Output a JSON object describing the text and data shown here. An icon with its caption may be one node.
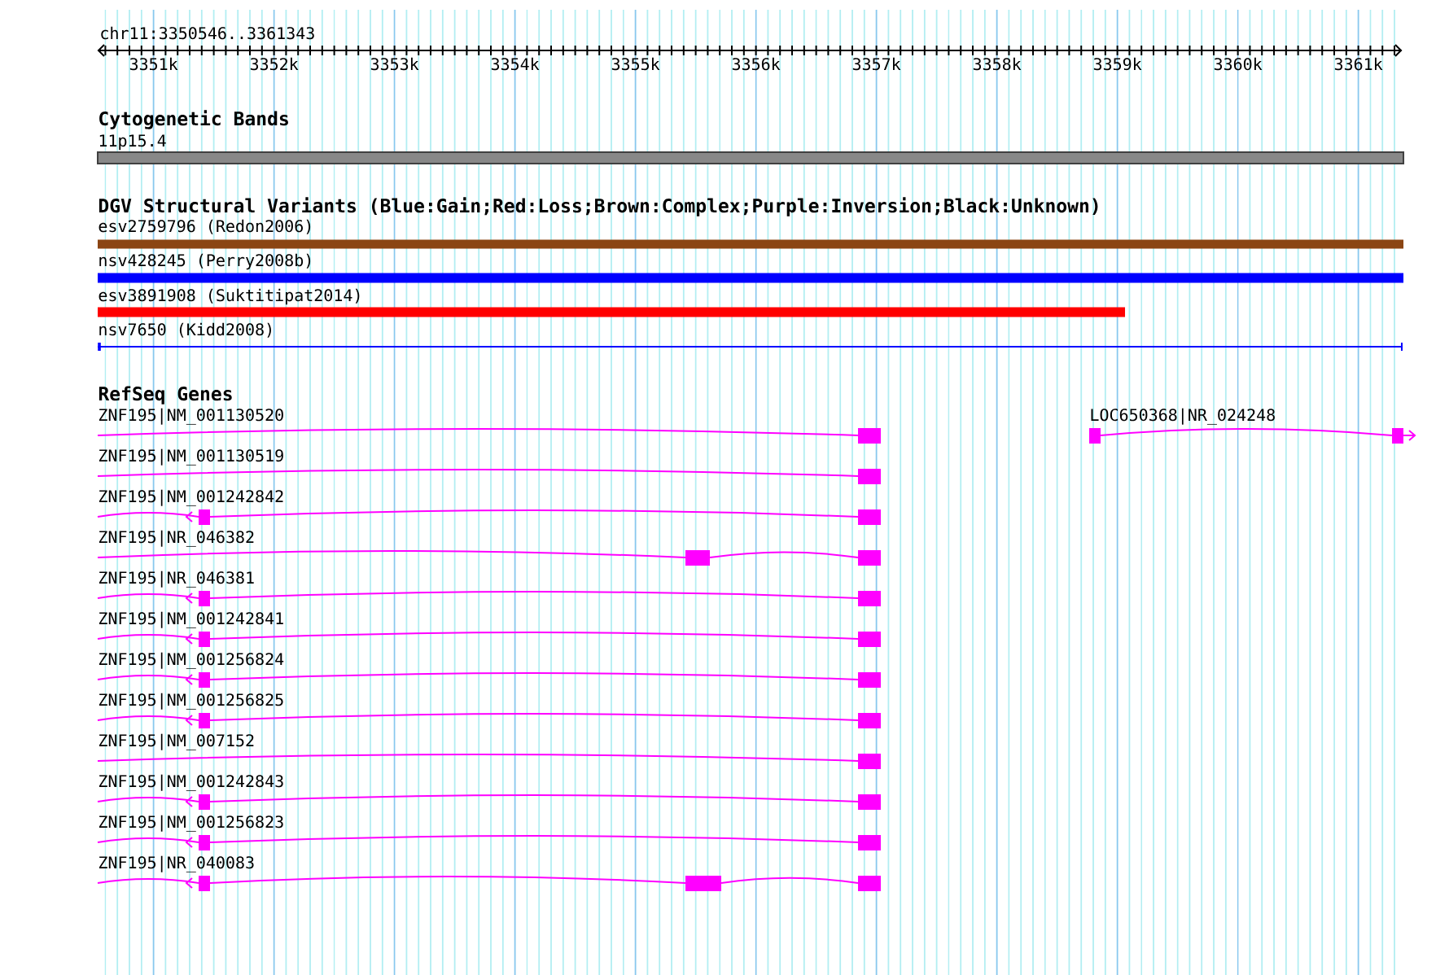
{
  "diagram": {
    "nodes": [
      {
        "text": [
          "11p15.4"
        ]
      },
      {
        "text": [
          "esv2759796 (Redon2006)"
        ]
      },
      {
        "text": [
          "nsv428245 (Perry2008b)"
        ]
      },
      {
        "text": [
          "esv3891908 (Suktitipat2014)"
        ]
      },
      {
        "text": [
          "nsv7650 (Kidd2008)"
        ]
      },
      {
        "text": [
          "ZNF195|NM_001130520"
        ]
      },
      {
        "text": [
          "LOC650368|NR_024248"
        ]
      },
      {
        "text": [
          "ZNF195|NM_001130519"
        ]
      },
      {
        "text": [
          "ZNF195|NM_001242842"
        ]
      },
      {
        "text": [
          "ZNF195|NR_046382"
        ]
      },
      {
        "text": [
          "ZNF195|NR_046381"
        ]
      },
      {
        "text": [
          "ZNF195|NM_001242841"
        ]
      },
      {
        "text": [
          "ZNF195|NM_001256824"
        ]
      },
      {
        "text": [
          "ZNF195|NM_001256825"
        ]
      },
      {
        "text": [
          "ZNF195|NM_007152"
        ]
      },
      {
        "text": [
          "ZNF195|NM_001242843"
        ]
      },
      {
        "text": [
          "ZNF195|NM_001256823"
        ]
      },
      {
        "text": [
          "ZNF195|NR_040083"
        ]
      }
    ],
    "labels": [
      "chr11:3350546..3361343",
      "3351k",
      "3352k",
      "3353k",
      "3354k",
      "3355k",
      "3356k",
      "3357k",
      "3358k",
      "3359k",
      "3360k",
      "3361k",
      "Cytogenetic Bands",
      "DGV Structural Variants (Blue:Gain;Red:Loss;Brown:Complex;Purple:Inversion;Black:Unknown)",
      "RefSeq Genes"
    ]
  }
}
